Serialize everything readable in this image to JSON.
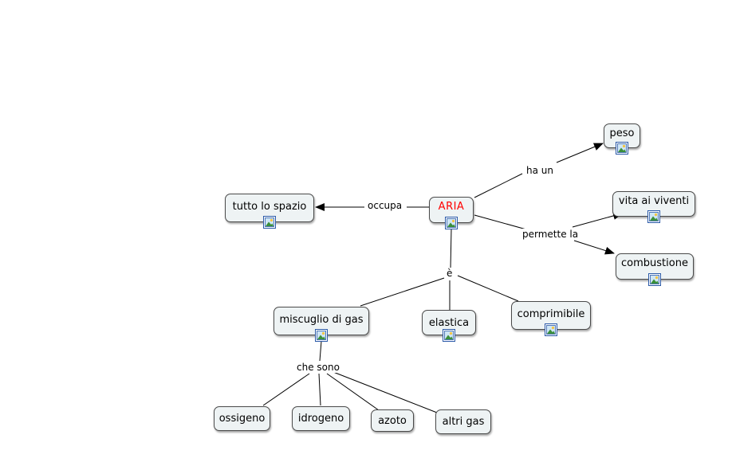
{
  "nodes": {
    "aria": "ARIA",
    "peso": "peso",
    "tutto_lo_spazio": "tutto lo spazio",
    "vita_ai_viventi": "vita ai viventi",
    "combustione": "combustione",
    "miscuglio_di_gas": "miscuglio di gas",
    "elastica": "elastica",
    "comprimibile": "comprimibile",
    "ossigeno": "ossigeno",
    "idrogeno": "idrogeno",
    "azoto": "azoto",
    "altri_gas": "altri gas"
  },
  "links": {
    "ha_un": "ha un",
    "occupa": "occupa",
    "permette_la": "permette la",
    "e": "è",
    "che_sono": "che sono"
  },
  "colors": {
    "root_text": "#ff0000",
    "node_fill": "#eef3f4",
    "node_border": "#4a4a4a",
    "line": "#000000"
  },
  "icons": {
    "node_image": "image-icon"
  }
}
